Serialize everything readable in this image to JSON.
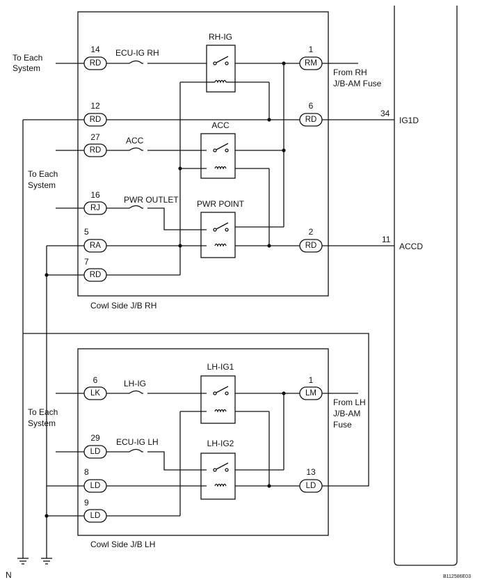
{
  "diagram": {
    "rh_box_label": "Cowl Side J/B RH",
    "lh_box_label": "Cowl Side J/B LH",
    "to_each_system": [
      "To Each",
      "System"
    ],
    "from_rh_fuse": [
      "From RH",
      "J/B-AM Fuse"
    ],
    "from_lh_fuse": [
      "From LH",
      "J/B-AM",
      "Fuse"
    ],
    "ig1d": {
      "pin": "34",
      "label": "IG1D"
    },
    "accd": {
      "pin": "11",
      "label": "ACCD"
    },
    "ground_label": "N",
    "ref_code": "B112586E03"
  },
  "rh_connectors": [
    {
      "pin": "14",
      "code": "RD"
    },
    {
      "pin": "12",
      "code": "RD"
    },
    {
      "pin": "27",
      "code": "RD"
    },
    {
      "pin": "16",
      "code": "RJ"
    },
    {
      "pin": "5",
      "code": "RA"
    },
    {
      "pin": "7",
      "code": "RD"
    },
    {
      "pin": "1",
      "code": "RM"
    },
    {
      "pin": "6",
      "code": "RD"
    },
    {
      "pin": "2",
      "code": "RD"
    }
  ],
  "lh_connectors": [
    {
      "pin": "6",
      "code": "LK"
    },
    {
      "pin": "29",
      "code": "LD"
    },
    {
      "pin": "8",
      "code": "LD"
    },
    {
      "pin": "9",
      "code": "LD"
    },
    {
      "pin": "1",
      "code": "LM"
    },
    {
      "pin": "13",
      "code": "LD"
    }
  ],
  "fuses": [
    "ECU-IG RH",
    "ACC",
    "PWR OUTLET",
    "LH-IG",
    "ECU-IG LH"
  ],
  "relays": [
    "RH-IG",
    "ACC",
    "PWR POINT",
    "LH-IG1",
    "LH-IG2"
  ]
}
